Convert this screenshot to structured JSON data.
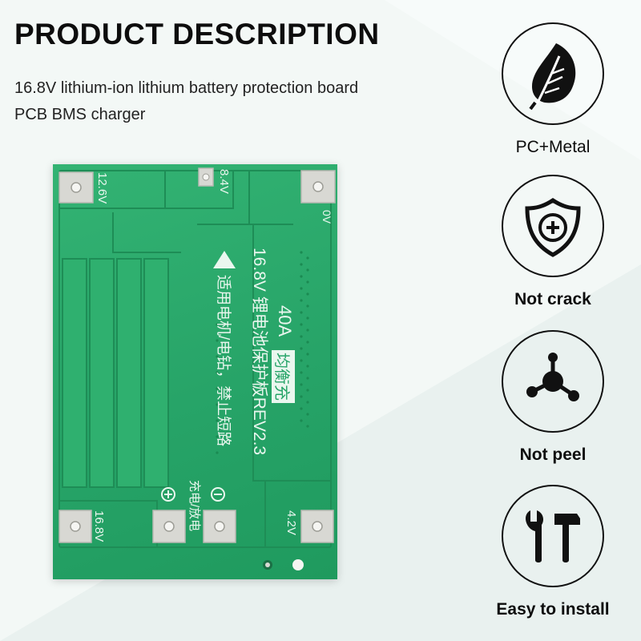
{
  "header": {
    "title": "PRODUCT DESCRIPTION",
    "subtitle": "16.8V lithium-ion lithium battery protection board PCB BMS charger"
  },
  "board": {
    "label_12v6": "12.6V",
    "label_8v4": "8.4V",
    "label_0v": "0V",
    "label_16v8": "16.8V",
    "label_4v2": "4.2V",
    "label_40a": "40A",
    "label_balance": "均衡充",
    "label_line1": "16.8V 锂电池保护板REV2.3",
    "label_line2": "适用电机/电钻，禁止短路",
    "label_charge": "充电/放电"
  },
  "features": [
    {
      "icon": "leaf-icon",
      "label": "PC+Metal"
    },
    {
      "icon": "shield-plus-icon",
      "label": "Not crack"
    },
    {
      "icon": "molecule-icon",
      "label": "Not peel"
    },
    {
      "icon": "tools-icon",
      "label": "Easy to install"
    }
  ],
  "colors": {
    "pcb": "#27a468",
    "accent": "#111111",
    "background": "#e9f1ef"
  }
}
